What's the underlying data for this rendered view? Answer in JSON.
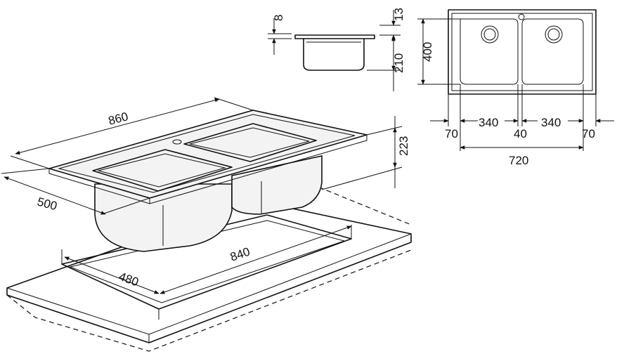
{
  "colors": {
    "line": "#111111",
    "background": "#ffffff",
    "metal": "#f3f3f3"
  },
  "dimensions": {
    "overall_length": "860",
    "overall_depth": "500",
    "bowl_height": "223",
    "cutout_length": "840",
    "cutout_depth": "480",
    "rim_thickness": "8",
    "rim_offset": "13",
    "bowl_depth": "210",
    "bowl_width_left": "340",
    "bowl_width_right": "340",
    "bowl_gap": "40",
    "margin_left": "70",
    "margin_right": "70",
    "inner_length": "720",
    "plan_depth": "400"
  }
}
